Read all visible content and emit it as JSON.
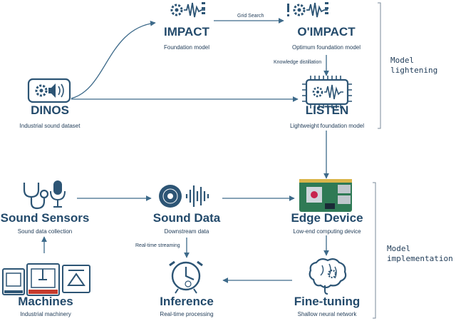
{
  "colors": {
    "primary": "#2d5575",
    "line": "#3d6a8a",
    "bg": "#ffffff"
  },
  "nodes": {
    "impact": {
      "title": "IMPACT",
      "subtitle": "Foundation model",
      "icon": "gear-waveform-icon"
    },
    "oimpact": {
      "title": "O'IMPACT",
      "subtitle": "Optimum foundation model",
      "icon": "exclamation-gear-waveform-icon"
    },
    "dinos": {
      "title": "DINOS",
      "subtitle": "Industrial sound dataset",
      "icon": "gear-speaker-icon"
    },
    "listen": {
      "title": "LISTEN",
      "subtitle": "Lightweight foundation model",
      "icon": "chip-gear-waveform-icon"
    },
    "sound_sensors": {
      "title": "Sound Sensors",
      "subtitle": "Sound data collection",
      "icon": "stethoscope-microphone-icon"
    },
    "sound_data": {
      "title": "Sound Data",
      "subtitle": "Downstream data",
      "icon": "disc-waveform-icon"
    },
    "edge_device": {
      "title": "Edge Device",
      "subtitle": "Low-end computing device",
      "icon": "raspberry-pi-board-icon"
    },
    "machines": {
      "title": "Machines",
      "subtitle": "Industrial machinery",
      "icon": "industrial-machines-icon"
    },
    "inference": {
      "title": "Inference",
      "subtitle": "Real-time processing",
      "icon": "alarm-clock-icon"
    },
    "fine_tuning": {
      "title": "Fine-tuning",
      "subtitle": "Shallow neural network",
      "icon": "brain-gear-icon"
    }
  },
  "edge_labels": {
    "grid_search": "Grid Search",
    "knowledge_distillation": "Knowledge distillation",
    "realtime_streaming": "Real-time streaming"
  },
  "groups": {
    "model_lightening": "Model\nlightening",
    "model_implementation": "Model\nimplementation"
  }
}
